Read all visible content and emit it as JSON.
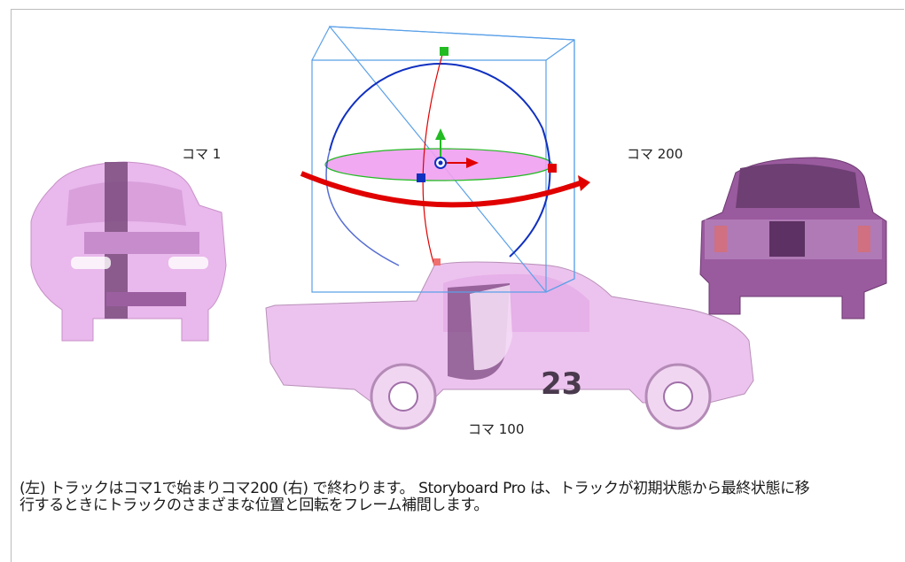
{
  "labels": {
    "frame_1": "コマ 1",
    "frame_200": "コマ 200",
    "frame_100": "コマ 100",
    "car_number": "23"
  },
  "caption": {
    "line1": "(左) トラックはコマ1で始まりコマ200 (右) で終わります。 Storyboard Pro は、トラックが初期状態から最終状態に移",
    "line2": "行するときにトラックのさまざまな位置と回転をフレーム補間します。"
  },
  "colors": {
    "truck_pink": "#e9b8ec",
    "truck_dark": "#b070b0",
    "truck_rear": "#9a5a9e",
    "box_blue": "#5aa0e8",
    "rotation_red": "#e00000",
    "sphere_blue": "#1030c0",
    "plane_pink": "#f0a0f0"
  }
}
